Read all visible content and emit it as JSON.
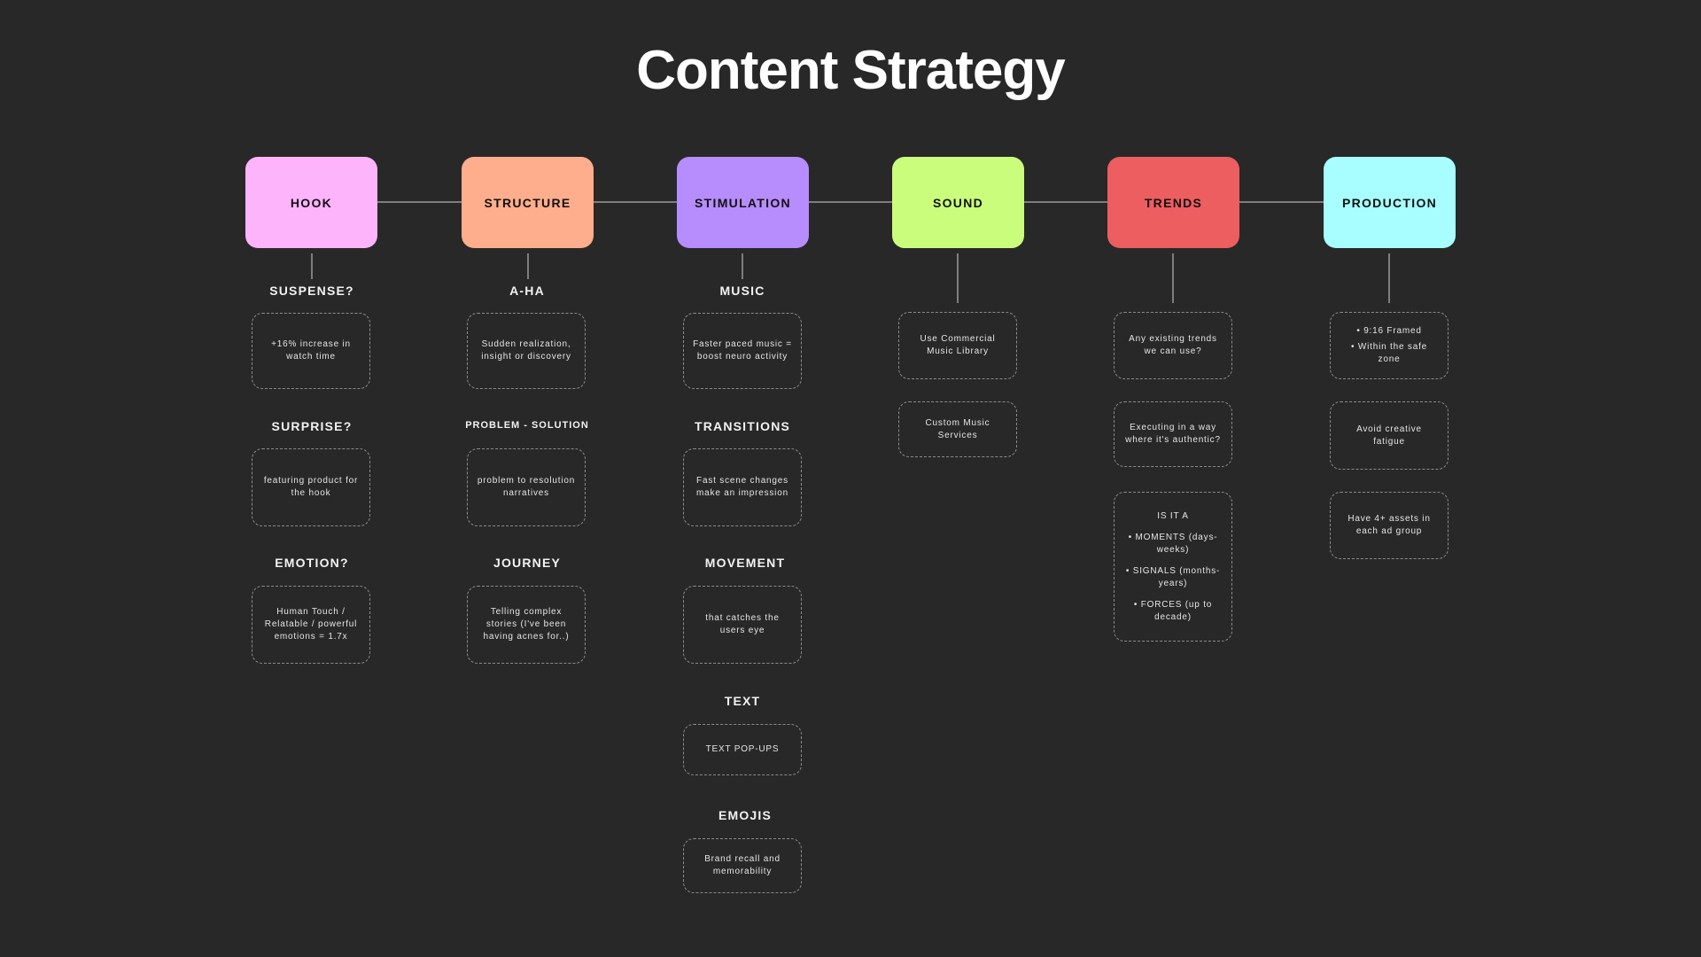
{
  "title": "Content Strategy",
  "colors": {
    "background": "#282828",
    "hook": "#FDB4FB",
    "structure": "#FEAE8C",
    "stimulation": "#B78CFD",
    "sound": "#CBFD7C",
    "trends": "#EC5E5F",
    "production": "#A8FEFE",
    "connector": "#9a9a9a",
    "note_border": "#8c8c8c"
  },
  "columns": {
    "hook": {
      "label": "HOOK",
      "items": [
        {
          "heading": "SUSPENSE?",
          "note": [
            "+16% increase in watch time"
          ]
        },
        {
          "heading": "SURPRISE?",
          "note": [
            "featuring product for the hook"
          ]
        },
        {
          "heading": "EMOTION?",
          "note": [
            "Human Touch / Relatable / powerful emotions = 1.7x"
          ]
        }
      ]
    },
    "structure": {
      "label": "STRUCTURE",
      "items": [
        {
          "heading": "A-HA",
          "note": [
            "Sudden realization, insight or discovery"
          ]
        },
        {
          "heading": "PROBLEM - SOLUTION",
          "note": [
            "problem to resolution narratives"
          ]
        },
        {
          "heading": "JOURNEY",
          "note": [
            "Telling complex stories (I've been having acnes for..)"
          ]
        }
      ]
    },
    "stimulation": {
      "label": "STIMULATION",
      "items": [
        {
          "heading": "MUSIC",
          "note": [
            "Faster paced music = boost neuro activity"
          ]
        },
        {
          "heading": "TRANSITIONS",
          "note": [
            "Fast scene changes make an impression"
          ]
        },
        {
          "heading": "MOVEMENT",
          "note": [
            "that catches the users eye"
          ]
        },
        {
          "heading": "TEXT",
          "note": [
            "TEXT POP-UPS"
          ]
        },
        {
          "heading": "EMOJIS",
          "note": [
            "Brand recall and memorability"
          ]
        }
      ]
    },
    "sound": {
      "label": "SOUND",
      "notes": [
        [
          "Use Commercial Music Library"
        ],
        [
          "Custom Music Services"
        ]
      ]
    },
    "trends": {
      "label": "TRENDS",
      "notes": [
        [
          "Any existing trends we can use?"
        ],
        [
          "Executing in a way where it's authentic?"
        ],
        [
          "IS IT A",
          "• MOMENTS (days- weeks)",
          "• SIGNALS (months- years)",
          "• FORCES (up to decade)"
        ]
      ]
    },
    "production": {
      "label": "PRODUCTION",
      "notes": [
        [
          "• 9:16 Framed",
          "• Within the safe zone"
        ],
        [
          "Avoid creative fatigue"
        ],
        [
          "Have 4+ assets in each ad group"
        ]
      ]
    }
  }
}
